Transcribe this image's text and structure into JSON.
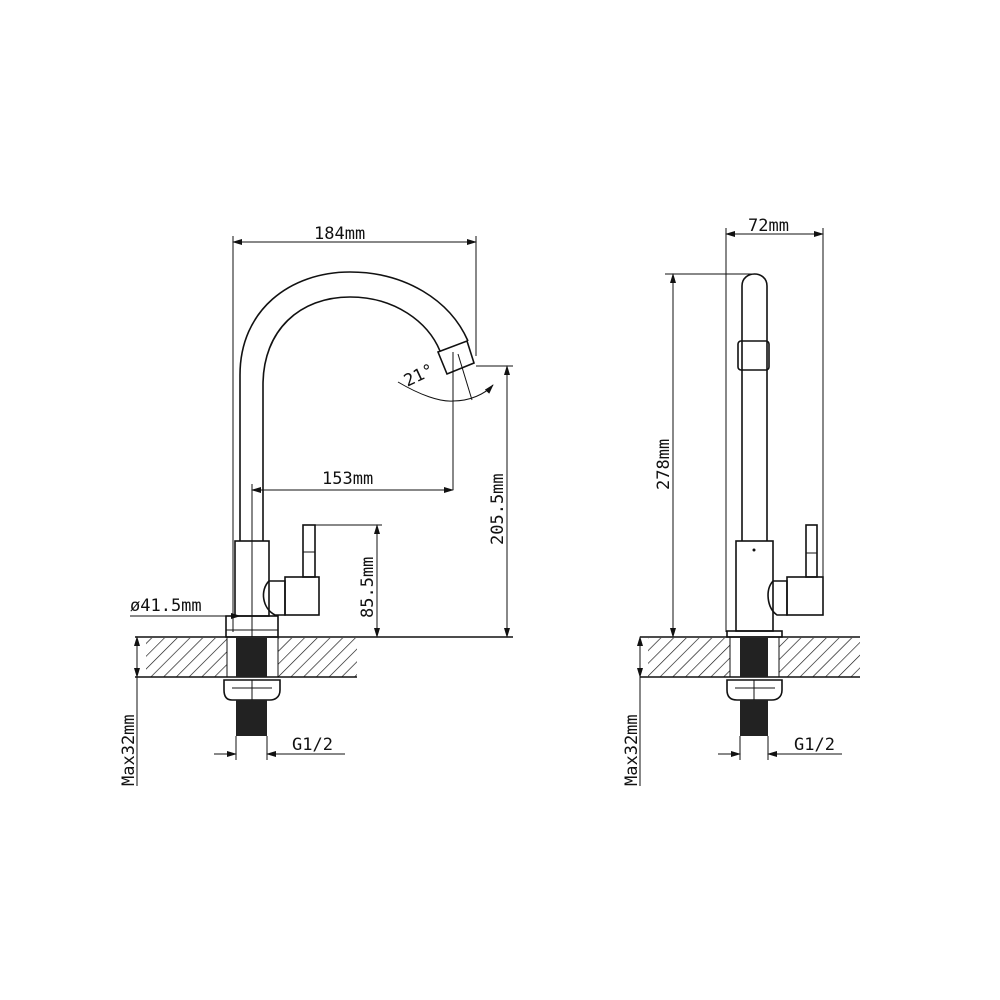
{
  "front_view": {
    "width_label": "184mm",
    "reach_label": "153mm",
    "angle_label": "21°",
    "height_label": "205.5mm",
    "handle_height_label": "85.5mm",
    "base_diameter_label": "ø41.5mm",
    "max_thickness_label": "Max32mm",
    "thread_label": "G1/2"
  },
  "side_view": {
    "width_label": "72mm",
    "height_label": "278mm",
    "max_thickness_label": "Max32mm",
    "thread_label": "G1/2"
  },
  "colors": {
    "line": "#111111",
    "background": "#ffffff"
  }
}
